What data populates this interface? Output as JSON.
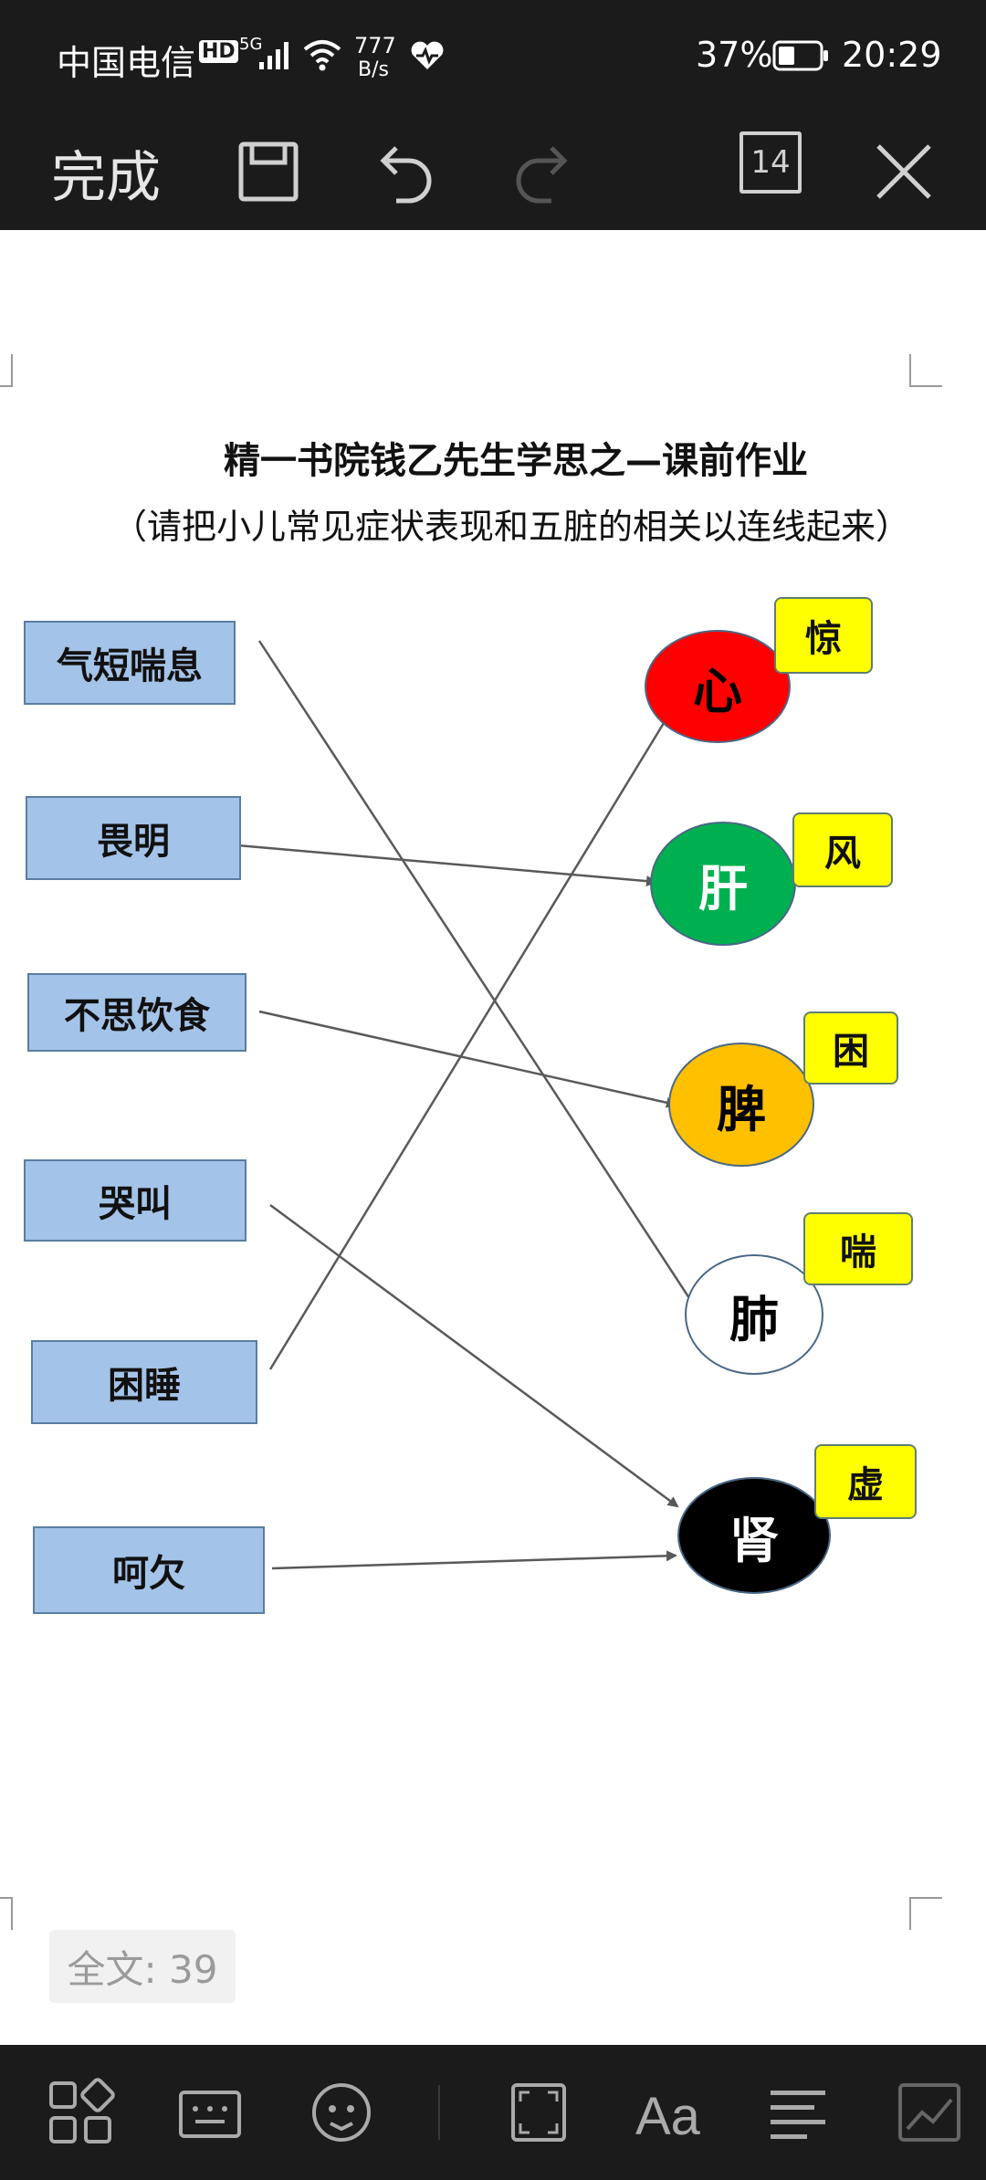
{
  "status": {
    "carrier": "中国电信",
    "hd": "HD",
    "network": "5G",
    "speed_value": "777",
    "speed_unit": "B/s",
    "battery": "37%",
    "time": "20:29"
  },
  "toolbar": {
    "done_label": "完成",
    "page_count": "14"
  },
  "document": {
    "title": "精一书院钱乙先生学思之—课前作业",
    "subtitle": "（请把小儿常见症状表现和五脏的相关以连线起来）",
    "symptoms": [
      "气短喘息",
      "畏明",
      "不思饮食",
      "哭叫",
      "困睡",
      "呵欠"
    ],
    "organs": [
      {
        "name": "心",
        "tag": "惊",
        "color": "#ff0000",
        "text_color": "#000000"
      },
      {
        "name": "肝",
        "tag": "风",
        "color": "#00b050",
        "text_color": "#ffffff"
      },
      {
        "name": "脾",
        "tag": "困",
        "color": "#ffc000",
        "text_color": "#000000"
      },
      {
        "name": "肺",
        "tag": "喘",
        "color": "#ffffff",
        "text_color": "#000000"
      },
      {
        "name": "肾",
        "tag": "虚",
        "color": "#000000",
        "text_color": "#ffffff"
      }
    ],
    "connections": [
      {
        "from": "气短喘息",
        "to": "肺"
      },
      {
        "from": "畏明",
        "to": "肝"
      },
      {
        "from": "不思饮食",
        "to": "脾"
      },
      {
        "from": "哭叫",
        "to": "肾"
      },
      {
        "from": "困睡",
        "to": "心"
      },
      {
        "from": "呵欠",
        "to": "肾"
      }
    ],
    "word_count": "全文: 39"
  }
}
